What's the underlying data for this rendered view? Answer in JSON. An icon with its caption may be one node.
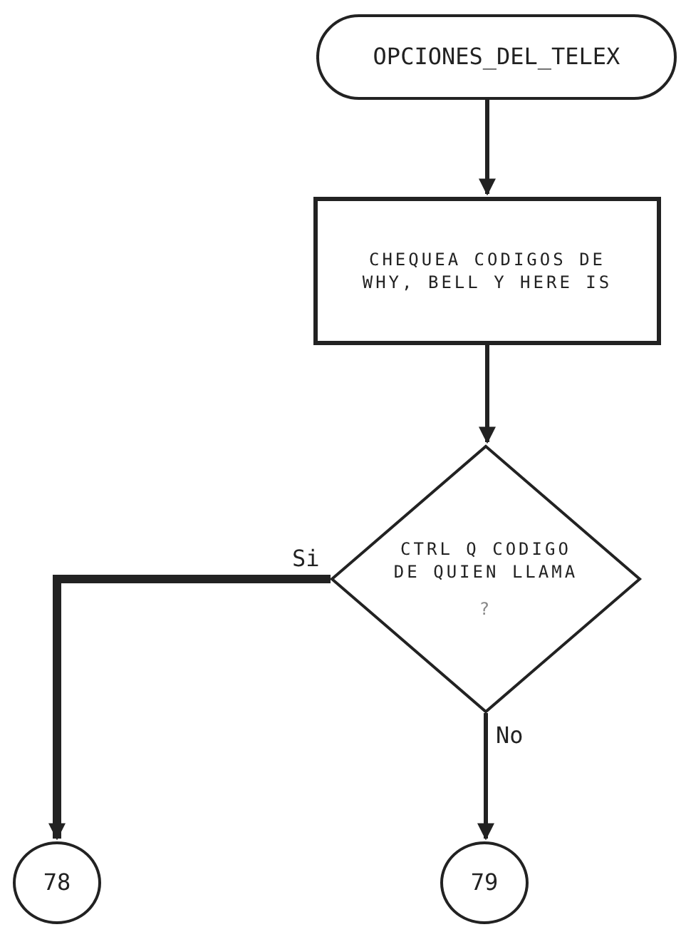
{
  "diagram": {
    "nodes": [
      {
        "text": [
          "OPCIONES_DEL_TELEX"
        ]
      },
      {
        "text": [
          "CHEQUEA CODIGOS DE WHY, BELL Y HERE IS"
        ]
      },
      {
        "text": [
          "CTRL Q CODIGO DE QUIEN LLAMA",
          "?"
        ]
      },
      {
        "text": [
          "78"
        ]
      },
      {
        "text": [
          "79"
        ]
      }
    ],
    "edges": [
      {
        "from": 0,
        "to": 1,
        "arrow": "to"
      },
      {
        "from": 1,
        "to": 2,
        "arrow": "to"
      },
      {
        "from": 2,
        "to": 3,
        "arrow": "to",
        "label": "Si",
        "style": "thick"
      },
      {
        "from": 2,
        "to": 4,
        "arrow": "to",
        "label": "No"
      }
    ]
  }
}
